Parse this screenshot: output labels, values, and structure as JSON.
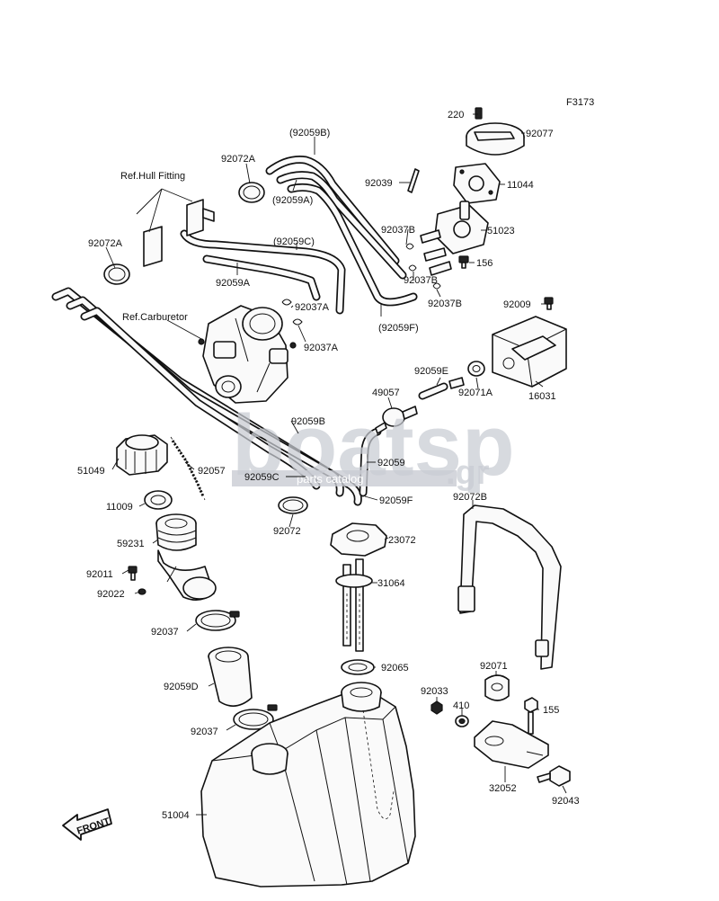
{
  "diagram": {
    "figure_code": "F3173",
    "front_label": "FRONT",
    "ref_labels": {
      "hull_fitting": "Ref.Hull Fitting",
      "carburetor": "Ref.Carburetor"
    },
    "callouts": {
      "p220": "220",
      "p92077": "92077",
      "p11044": "11044",
      "p92039": "92039",
      "p51023": "51023",
      "p92037B_top": "92037B",
      "p156": "156",
      "p92037B_mid": "92037B",
      "p92037B_low": "92037B",
      "p92059B_top": "(92059B)",
      "p92072A_top": "92072A",
      "p92059A_paren": "(92059A)",
      "p92072A_left": "92072A",
      "p92059C_paren": "(92059C)",
      "p92059A": "92059A",
      "p92037A_1": "92037A",
      "p92037A_2": "92037A",
      "p92059F_paren": "(92059F)",
      "p92009": "92009",
      "p16031": "16031",
      "p92059E": "92059E",
      "p49057": "49057",
      "p92071A": "92071A",
      "p92059B": "92059B",
      "p92059": "92059",
      "p92059C": "92059C",
      "p92059F": "92059F",
      "p51049": "51049",
      "p92057": "92057",
      "p11009": "11009",
      "p92072": "92072",
      "p59231": "59231",
      "p23072": "23072",
      "p31064": "31064",
      "p92011": "92011",
      "p92022": "92022",
      "p92037_1": "92037",
      "p92065": "92065",
      "p92072B": "92072B",
      "p92059D": "92059D",
      "p92037_2": "92037",
      "p92071": "92071",
      "p92033": "92033",
      "p410": "410",
      "p155": "155",
      "p32052": "32052",
      "p92043": "92043",
      "p51004": "51004"
    }
  },
  "watermark": {
    "brand": "boatsp",
    "tld": ".gr",
    "tagline": "parts catalog"
  }
}
